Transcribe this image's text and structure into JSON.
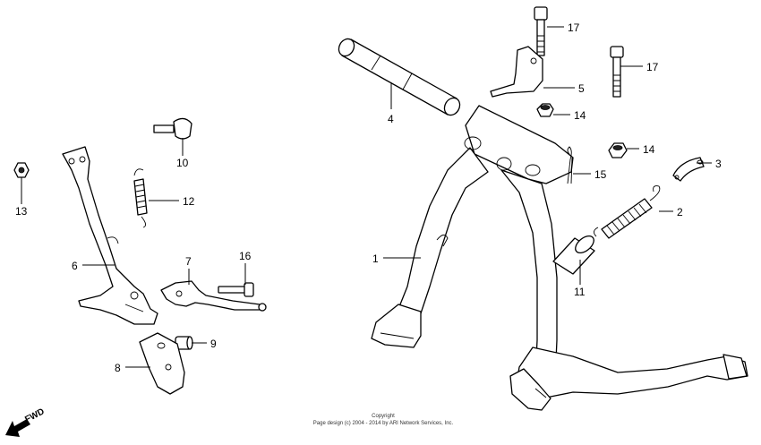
{
  "parts": {
    "p1": "1",
    "p2": "2",
    "p3": "3",
    "p4": "4",
    "p5": "5",
    "p6": "6",
    "p7": "7",
    "p8": "8",
    "p9": "9",
    "p10": "10",
    "p11": "11",
    "p12": "12",
    "p13": "13",
    "p14a": "14",
    "p14b": "14",
    "p15": "15",
    "p16": "16",
    "p17a": "17",
    "p17b": "17"
  },
  "copyright": {
    "line1": "Copyright",
    "line2": "Page design (c) 2004 - 2014 by ARI Network Services, Inc."
  },
  "direction": {
    "label": "FWD"
  }
}
